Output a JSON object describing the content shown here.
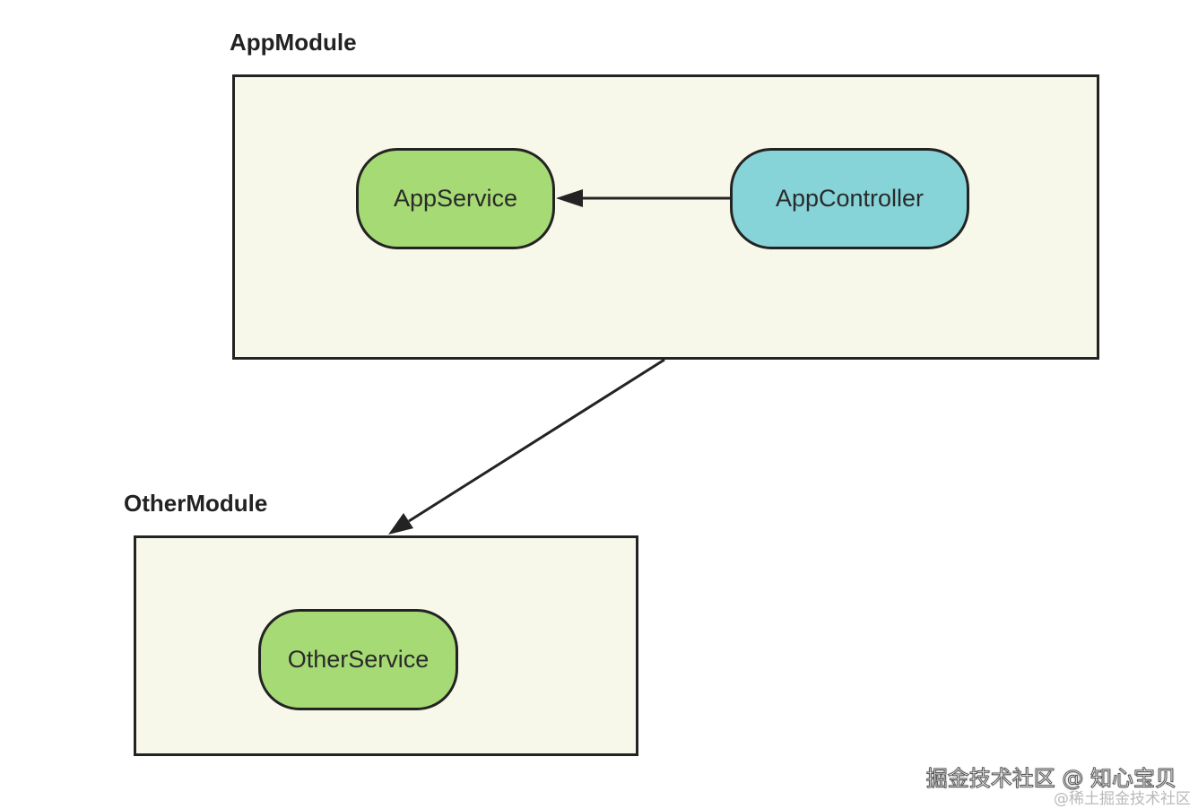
{
  "modules": {
    "app": {
      "title": "AppModule",
      "nodes": {
        "appservice": {
          "label": "AppService",
          "color": "#a6da74"
        },
        "appcontroller": {
          "label": "AppController",
          "color": "#87d4d8"
        }
      }
    },
    "other": {
      "title": "OtherModule",
      "nodes": {
        "otherservice": {
          "label": "OtherService",
          "color": "#a6da74"
        }
      }
    }
  },
  "edges": [
    {
      "from": "AppController",
      "to": "AppService"
    },
    {
      "from": "AppModule",
      "to": "OtherModule"
    }
  ],
  "colors": {
    "module_fill": "#f8f8ea",
    "stroke": "#232323"
  },
  "watermark": {
    "main": "掘金技术社区 @ 知心宝贝",
    "sub": "@稀土掘金技术社区"
  }
}
